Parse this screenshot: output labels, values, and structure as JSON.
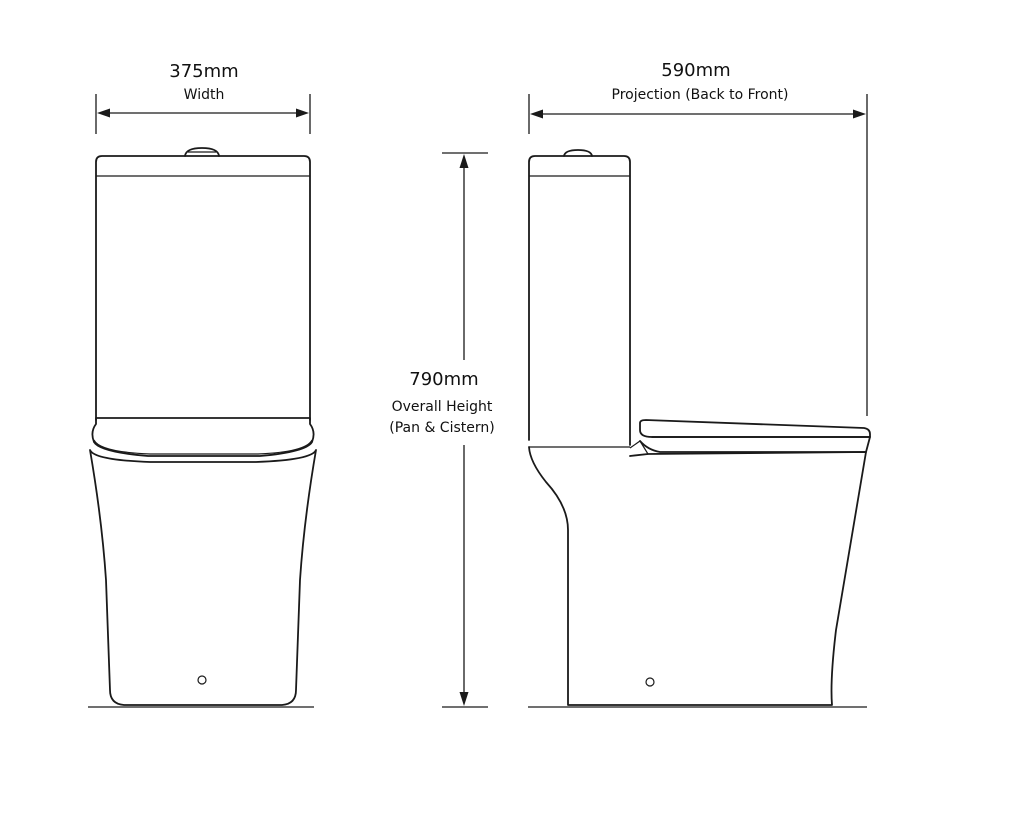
{
  "dimensions": {
    "width": {
      "value": "375mm",
      "label": "Width"
    },
    "projection": {
      "value": "590mm",
      "label": "Projection (Back to Front)"
    },
    "height": {
      "value": "790mm",
      "label_line1": "Overall Height",
      "label_line2": "(Pan & Cistern)"
    }
  },
  "colors": {
    "line": "#1a1a1a",
    "background": "#ffffff"
  }
}
